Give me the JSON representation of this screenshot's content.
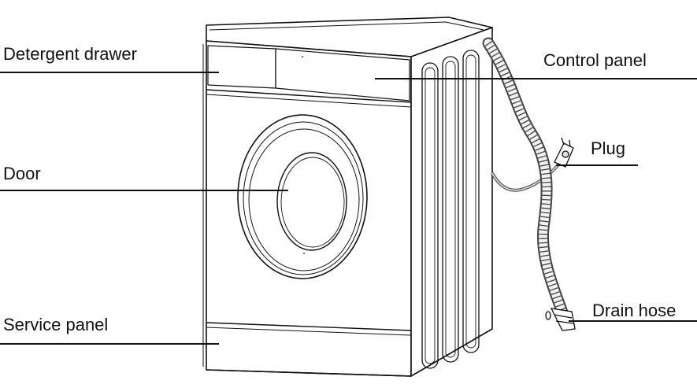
{
  "labels": {
    "detergent_drawer": "Detergent drawer",
    "control_panel": "Control panel",
    "door": "Door",
    "plug": "Plug",
    "service_panel": "Service panel",
    "drain_hose": "Drain hose"
  },
  "colors": {
    "line": "#111111",
    "hose": "#555555",
    "background": "#ffffff"
  }
}
